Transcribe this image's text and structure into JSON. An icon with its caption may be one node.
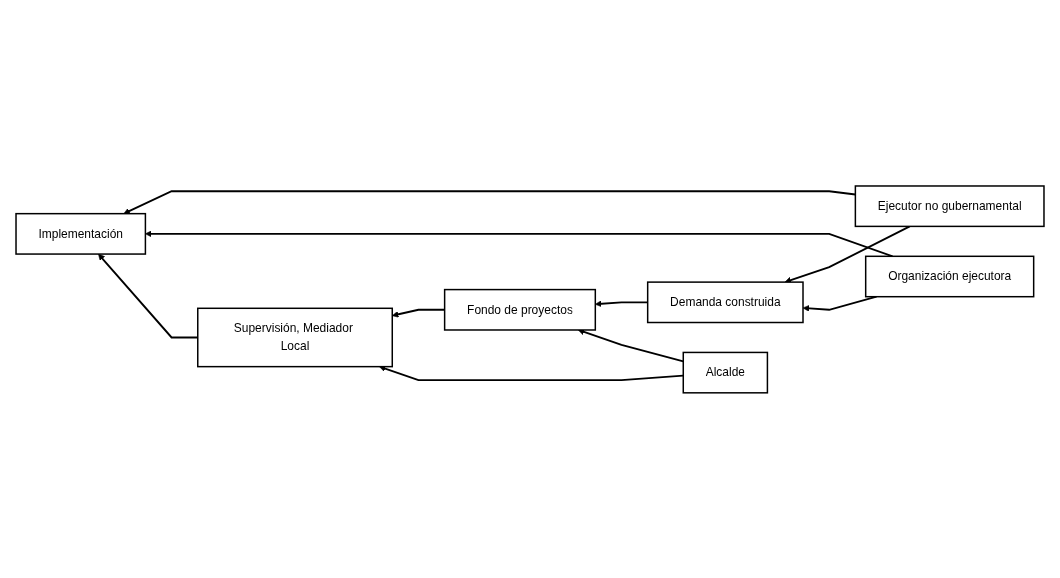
{
  "diagram": {
    "nodes": [
      {
        "text": [
          "Implementación"
        ]
      },
      {
        "text": [
          "Ejecutor no gubernamental"
        ]
      },
      {
        "text": [
          "Demanda construida"
        ]
      },
      {
        "text": [
          "Organización ejecutora"
        ]
      },
      {
        "text": [
          "Fondo de proyectos"
        ]
      },
      {
        "text": [
          "Supervisión, Mediador Local"
        ]
      },
      {
        "text": [
          "Alcalde"
        ]
      }
    ],
    "edges": [
      {
        "from": 1,
        "to": 0,
        "arrow": "to"
      },
      {
        "from": 1,
        "to": 2,
        "arrow": "to"
      },
      {
        "from": 3,
        "to": 0,
        "arrow": "to"
      },
      {
        "from": 3,
        "to": 2,
        "arrow": "to"
      },
      {
        "from": 2,
        "to": 4,
        "arrow": "to"
      },
      {
        "from": 4,
        "to": 5,
        "arrow": "to"
      },
      {
        "from": 5,
        "to": 0,
        "arrow": "to"
      },
      {
        "from": 6,
        "to": 5,
        "arrow": "to"
      },
      {
        "from": 6,
        "to": 4,
        "arrow": "to"
      }
    ]
  }
}
